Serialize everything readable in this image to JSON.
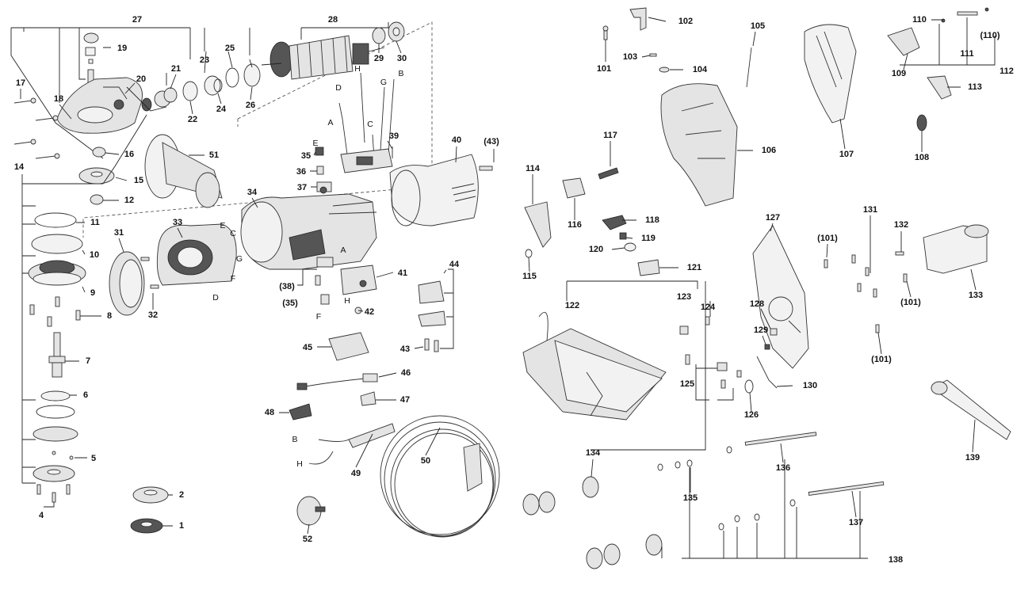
{
  "diagram": {
    "callouts": [
      "1",
      "2",
      "4",
      "5",
      "6",
      "7",
      "8",
      "9",
      "10",
      "11",
      "12",
      "14",
      "15",
      "16",
      "17",
      "18",
      "19",
      "20",
      "21",
      "22",
      "23",
      "24",
      "25",
      "26",
      "27",
      "28",
      "29",
      "30",
      "31",
      "32",
      "33",
      "34",
      "(35)",
      "35",
      "36",
      "37",
      "(38)",
      "39",
      "40",
      "41",
      "42",
      "43",
      "(43)",
      "44",
      "45",
      "46",
      "47",
      "48",
      "49",
      "50",
      "51",
      "52",
      "101",
      "102",
      "103",
      "104",
      "105",
      "106",
      "107",
      "108",
      "109",
      "110",
      "(110)",
      "111",
      "112",
      "113",
      "114",
      "115",
      "116",
      "117",
      "118",
      "119",
      "120",
      "121",
      "122",
      "123",
      "124",
      "125",
      "126",
      "127",
      "128",
      "129",
      "130",
      "131",
      "132",
      "133",
      "(101)",
      "134",
      "135",
      "136",
      "137",
      "138",
      "139"
    ],
    "letters": [
      "A",
      "B",
      "C",
      "D",
      "E",
      "F",
      "G",
      "H"
    ]
  }
}
